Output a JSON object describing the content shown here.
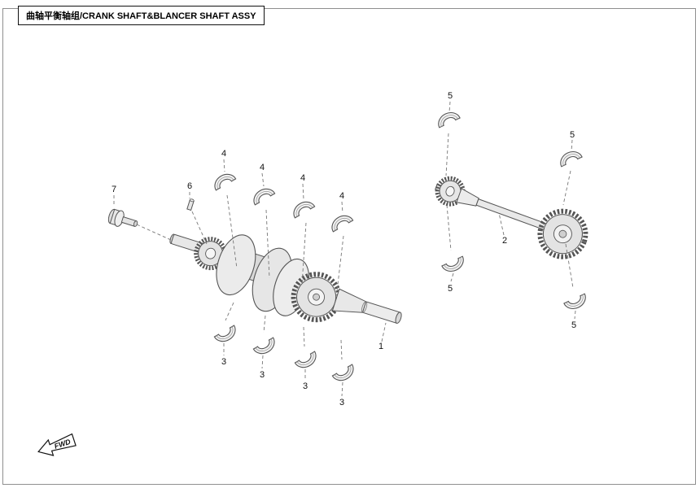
{
  "page": {
    "title": "曲轴平衡轴组/CRANK SHAFT&BLANCER SHAFT ASSY",
    "fwd_label": "FWD"
  },
  "callouts": [
    {
      "label": "7"
    },
    {
      "label": "6"
    },
    {
      "label": "4"
    },
    {
      "label": "4"
    },
    {
      "label": "4"
    },
    {
      "label": "4"
    },
    {
      "label": "3"
    },
    {
      "label": "3"
    },
    {
      "label": "3"
    },
    {
      "label": "3"
    },
    {
      "label": "1"
    },
    {
      "label": "2"
    },
    {
      "label": "5"
    },
    {
      "label": "5"
    },
    {
      "label": "5"
    },
    {
      "label": "5"
    }
  ]
}
